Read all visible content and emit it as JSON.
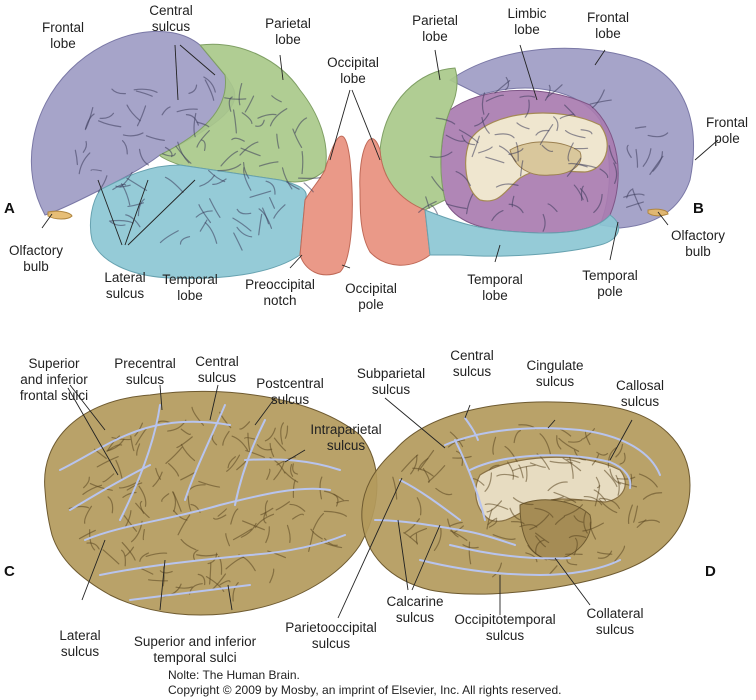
{
  "panels": {
    "a": {
      "letter": "A",
      "labels": {
        "frontal_lobe": "Frontal\nlobe",
        "central_sulcus": "Central\nsulcus",
        "parietal_lobe": "Parietal\nlobe",
        "occipital_lobe": "Occipital\nlobe",
        "olfactory_bulb": "Olfactory\nbulb",
        "lateral_sulcus": "Lateral\nsulcus",
        "temporal_lobe": "Temporal\nlobe",
        "preoccipital_notch": "Preoccipital\nnotch",
        "occipital_pole": "Occipital\npole"
      }
    },
    "b": {
      "letter": "B",
      "labels": {
        "parietal_lobe": "Parietal\nlobe",
        "limbic_lobe": "Limbic\nlobe",
        "frontal_lobe": "Frontal\nlobe",
        "frontal_pole": "Frontal\npole",
        "olfactory_bulb": "Olfactory\nbulb",
        "temporal_lobe": "Temporal\nlobe",
        "temporal_pole": "Temporal\npole"
      }
    },
    "c": {
      "letter": "C",
      "labels": {
        "sup_inf_frontal": "Superior\nand inferior\nfrontal sulci",
        "precentral": "Precentral\nsulcus",
        "central": "Central\nsulcus",
        "postcentral": "Postcentral\nsulcus",
        "intraparietal": "Intraparietal\nsulcus",
        "lateral": "Lateral\nsulcus",
        "sup_inf_temporal": "Superior and inferior\ntemporal sulci"
      }
    },
    "d": {
      "letter": "D",
      "labels": {
        "subparietal": "Subparietal\nsulcus",
        "central": "Central\nsulcus",
        "cingulate": "Cingulate\nsulcus",
        "callosal": "Callosal\nsulcus",
        "parietooccipital": "Parietooccipital\nsulcus",
        "calcarine": "Calcarine\nsulcus",
        "occipitotemporal": "Occipitotemporal\nsulcus",
        "collateral": "Collateral\nsulcus"
      }
    }
  },
  "credit": {
    "line1": "Nolte: The Human Brain.",
    "line2": "Copyright © 2009 by Mosby, an imprint of Elsevier, Inc. All rights reserved."
  },
  "colors": {
    "frontal": "#9e9cc4",
    "parietal": "#a9c98a",
    "temporal": "#8cc7d4",
    "occipital": "#e8907e",
    "limbic": "#a97cb0",
    "brain_tan": "#b39a5c",
    "sulcus_line": "#b8c4ee",
    "olfactory": "#e5b86a"
  }
}
